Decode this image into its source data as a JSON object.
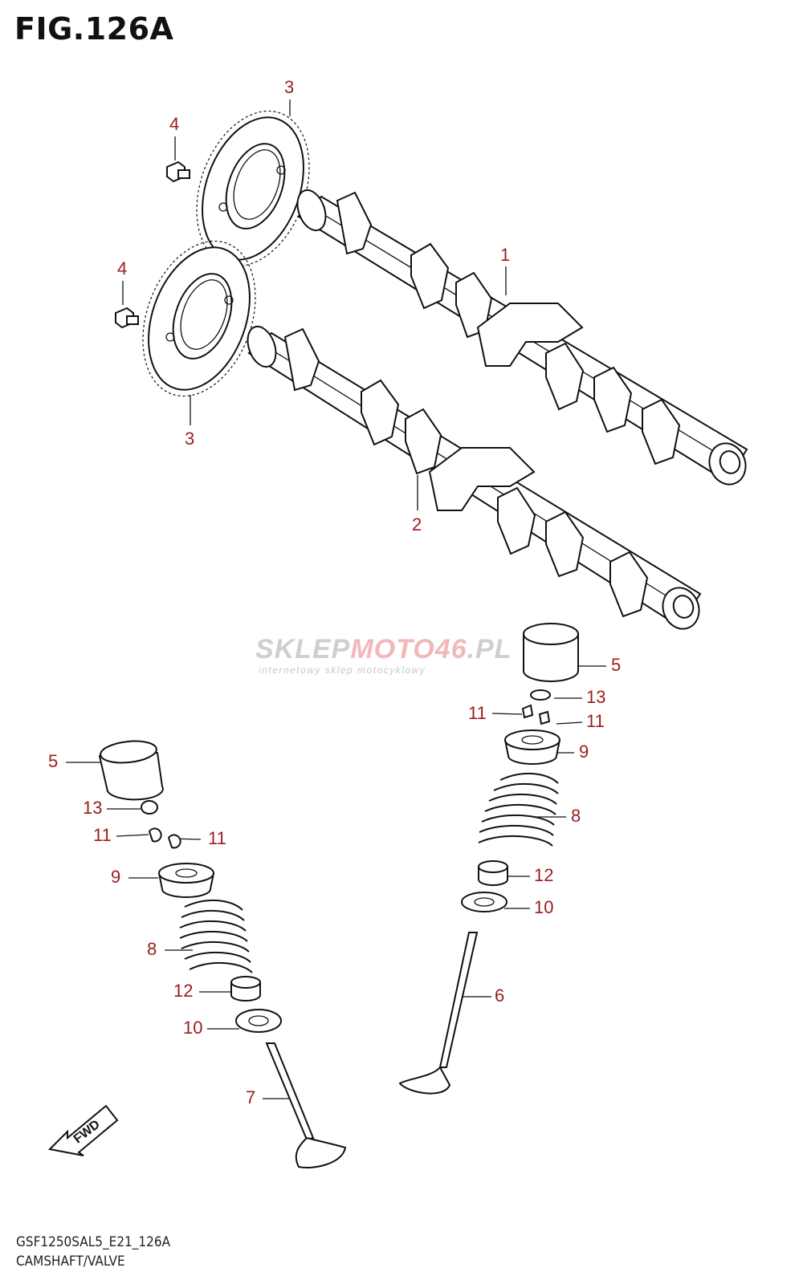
{
  "figure": {
    "title": "FIG.126A",
    "model_code": "GSF1250SAL5_E21_126A",
    "section_name": "CAMSHAFT/VALVE"
  },
  "watermark": {
    "part1": "SKLEP",
    "part2": "MOTO",
    "part3": "46",
    "part4": ".PL",
    "tagline": "internetowy sklep motocyklowy"
  },
  "fwd_label": "FWD",
  "callouts": {
    "c3_top": "3",
    "c4_top": "4",
    "c1": "1",
    "c4_mid": "4",
    "c3_mid": "3",
    "c2": "2",
    "c5_right": "5",
    "c13_right": "13",
    "c11_right_a": "11",
    "c11_right_b": "11",
    "c9_right": "9",
    "c8_right": "8",
    "c12_right": "12",
    "c10_right": "10",
    "c6": "6",
    "c5_left": "5",
    "c13_left": "13",
    "c11_left_a": "11",
    "c11_left_b": "11",
    "c9_left": "9",
    "c8_left": "8",
    "c12_left": "12",
    "c10_left": "10",
    "c7": "7"
  },
  "colors": {
    "callout": "#9b1c1c",
    "line": "#111111",
    "watermark_gray": "#cfcfcf",
    "watermark_red": "#f2b8b8"
  }
}
